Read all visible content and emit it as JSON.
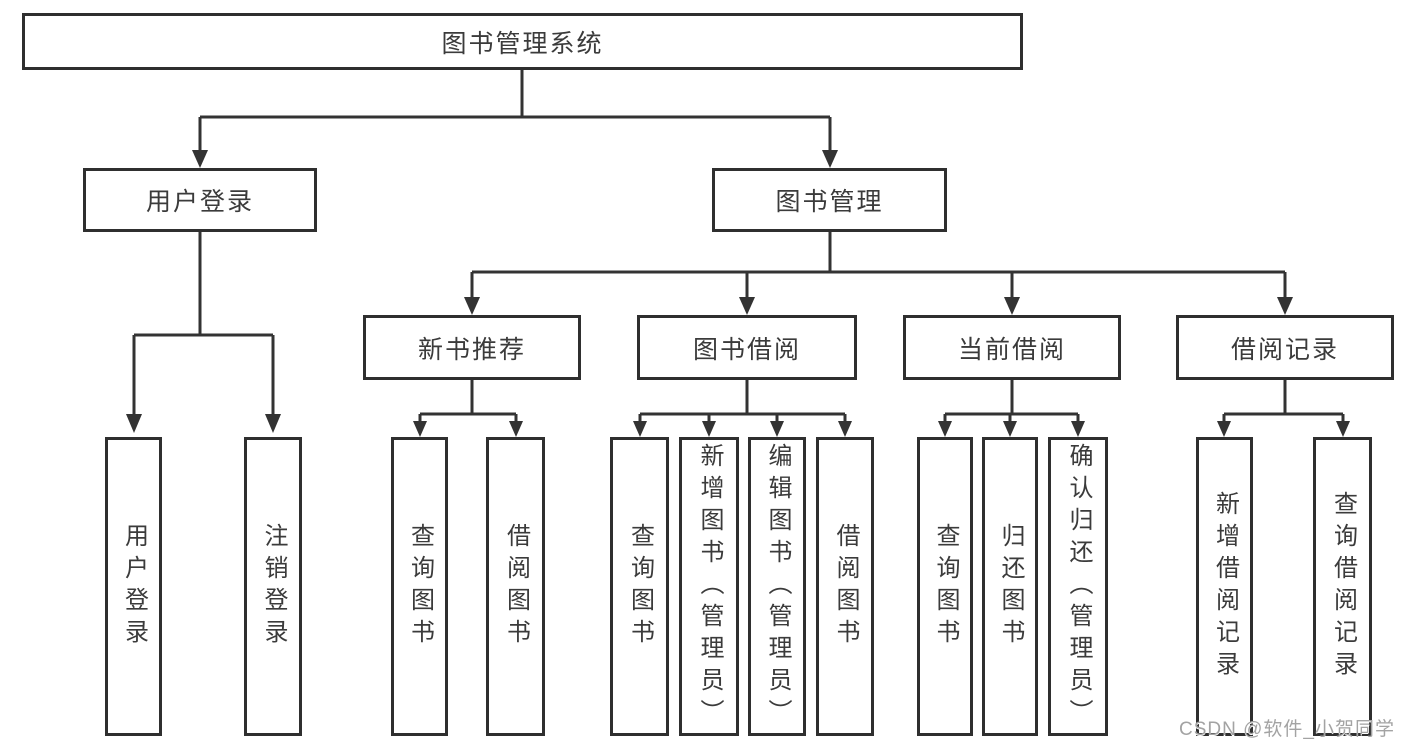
{
  "diagram": {
    "root": {
      "label": "图书管理系统"
    },
    "branches": [
      {
        "label": "用户登录",
        "children": [
          {
            "label": "用户登录"
          },
          {
            "label": "注销登录"
          }
        ]
      },
      {
        "label": "图书管理",
        "children": [
          {
            "label": "新书推荐",
            "children": [
              {
                "label": "查询图书"
              },
              {
                "label": "借阅图书"
              }
            ]
          },
          {
            "label": "图书借阅",
            "children": [
              {
                "label": "查询图书"
              },
              {
                "label": "新增图书（管理员）"
              },
              {
                "label": "编辑图书（管理员）"
              },
              {
                "label": "借阅图书"
              }
            ]
          },
          {
            "label": "当前借阅",
            "children": [
              {
                "label": "查询图书"
              },
              {
                "label": "归还图书"
              },
              {
                "label": "确认归还（管理员）"
              }
            ]
          },
          {
            "label": "借阅记录",
            "children": [
              {
                "label": "新增借阅记录"
              },
              {
                "label": "查询借阅记录"
              }
            ]
          }
        ]
      }
    ]
  },
  "watermark": {
    "text": "CSDN @软件_小贺同学"
  },
  "colors": {
    "line": "#333333",
    "box_border": "#2f2f2f",
    "text": "#3b3b3b",
    "watermark": "#a3a3a3",
    "background": "#ffffff"
  }
}
